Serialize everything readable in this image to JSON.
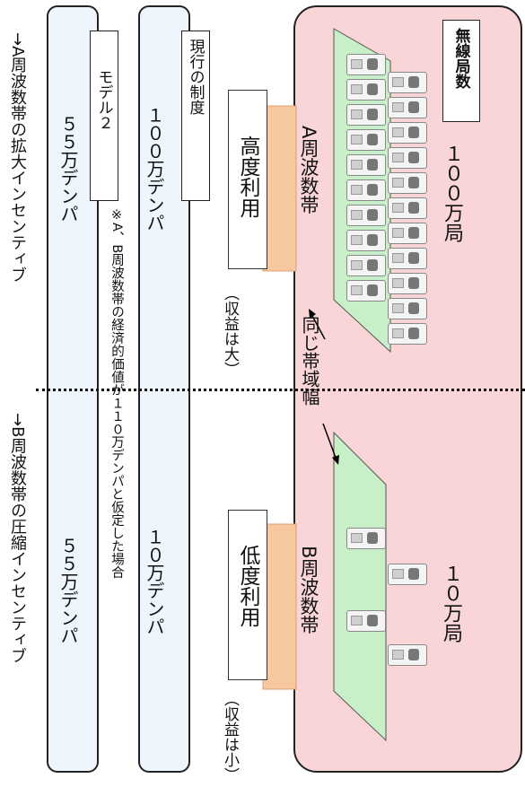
{
  "stations_label": "無線局数",
  "band_a": {
    "name": "A周波数帯",
    "station_count": "１００万局",
    "usage": "高度利用",
    "revenue_note": "（収益は大）",
    "current_value": "１００万デンパ",
    "model2_value": "５５万デンパ",
    "incentive": "→A周波数帯の拡大インセンティブ"
  },
  "band_b": {
    "name": "B周波数帯",
    "station_count": "１０万局",
    "usage": "低度利用",
    "revenue_note": "（収益は小）",
    "current_value": "１０万デンパ",
    "model2_value": "５５万デンパ",
    "incentive": "→B周波数帯の圧縮インセンティブ"
  },
  "same_bandwidth": "同じ帯域幅",
  "current_system_label": "現行の制度",
  "model2_label": "モデル２",
  "assumption_note": "※A、B周波数帯の経済的価値が１１０万デンパと仮定した場合",
  "phone_icon": "mobile-phone-icon",
  "colors": {
    "pink_region": "#f9d5d8",
    "band_green": "#c8f0c8",
    "column_blue": "#eef5fc",
    "arrow_orange": "#f6c8a0"
  }
}
